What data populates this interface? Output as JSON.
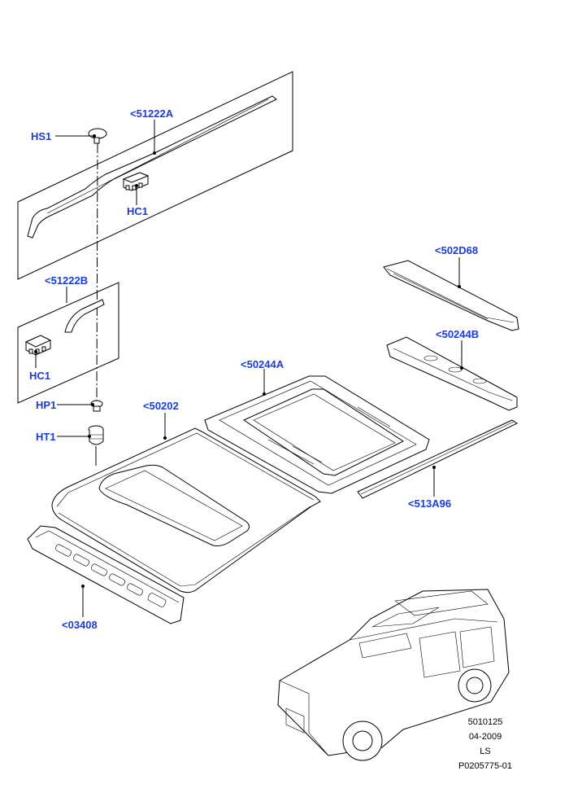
{
  "labels": {
    "hs1": "HS1",
    "p51222a": "<51222A",
    "hc1_top": "HC1",
    "p51222b": "<51222B",
    "hc1_bottom": "HC1",
    "hp1": "HP1",
    "ht1": "HT1",
    "p50202": "<50202",
    "p50244a": "<50244A",
    "p502d68": "<502D68",
    "p50244b": "<50244B",
    "p513a96": "<513A96",
    "p03408": "<03408"
  },
  "meta": {
    "code": "5010125",
    "date": "04-2009",
    "model": "LS",
    "ref": "P0205775-01"
  },
  "colors": {
    "label": "#1a3cdc",
    "line": "#000000"
  }
}
